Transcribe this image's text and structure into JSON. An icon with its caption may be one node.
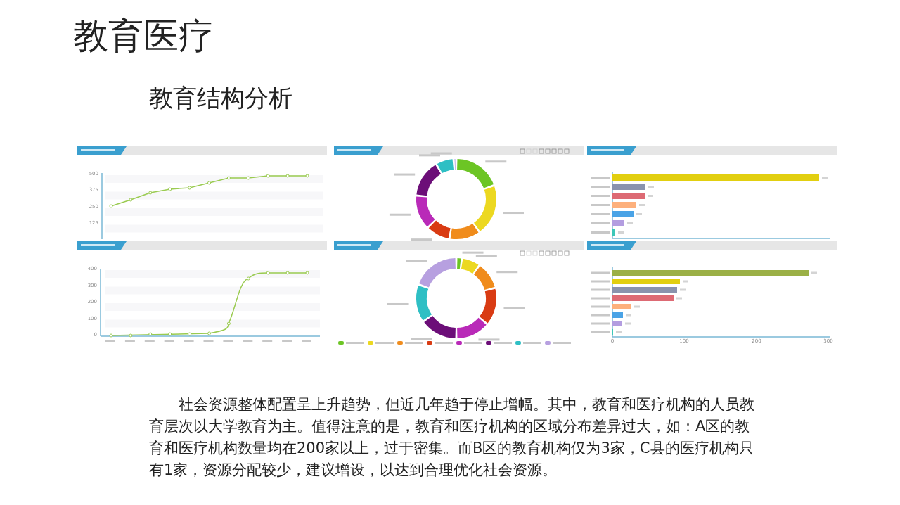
{
  "diagram": {
    "title": "教育医疗",
    "labels": [
      "教育结构分析",
      "社会资源整体配置呈上升趋势，但近几年趋于停止增幅。其中，教育和医疗机构的人员教育层次以大学教育为主。值得注意的是，教育和医疗机构的区域分布差异过大，如：A区的教育和医疗机构数量均在200家以上，过于密集。而B区的教育机构仅为3家，C县的医疗机构只有1家，资源分配较少，建议增设，以达到合理优化社会资源。",
      "500",
      "375",
      "250",
      "125",
      "400",
      "300",
      "200",
      "100",
      "0",
      "0",
      "100",
      "200",
      "300"
    ]
  }
}
